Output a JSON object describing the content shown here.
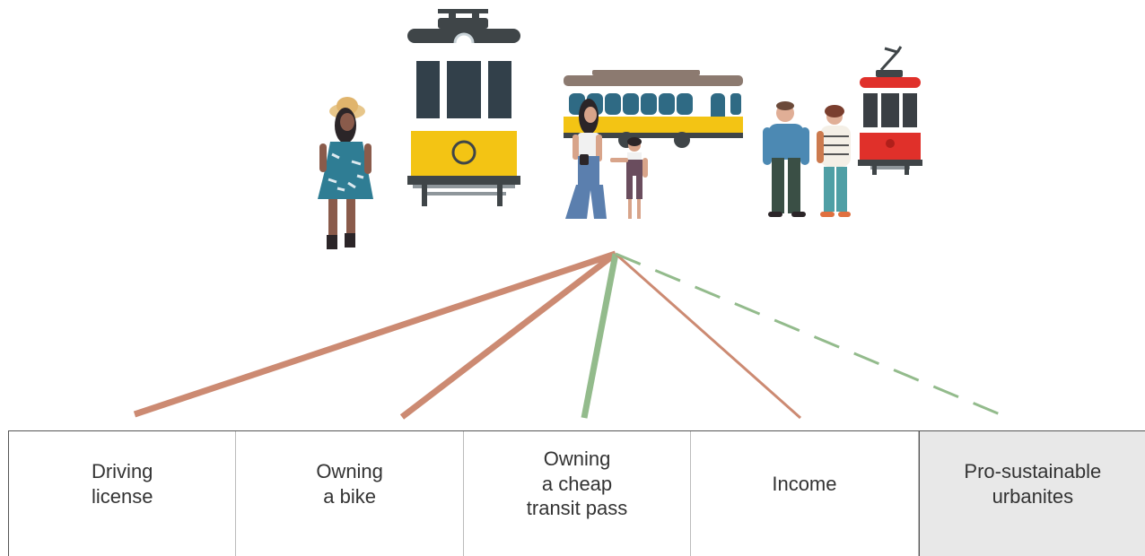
{
  "colors": {
    "negative": "#cc8a72",
    "positive": "#93bb8c",
    "highlight_bg": "#e8e8e8",
    "text": "#333333"
  },
  "illustration": {
    "figures": [
      "woman-in-sundress",
      "yellow-tram-front",
      "yellow-tram-side",
      "mother-and-child",
      "couple",
      "red-tram"
    ]
  },
  "links": [
    {
      "target": "Driving license",
      "sign": "negative",
      "weight": "strong",
      "style": "solid"
    },
    {
      "target": "Owning a bike",
      "sign": "negative",
      "weight": "strong",
      "style": "solid"
    },
    {
      "target": "Owning a cheap transit pass",
      "sign": "positive",
      "weight": "strong",
      "style": "solid"
    },
    {
      "target": "Income",
      "sign": "negative",
      "weight": "weak",
      "style": "solid"
    },
    {
      "target": "Pro-sustainable urbanites",
      "sign": "positive",
      "weight": "weak",
      "style": "dashed"
    }
  ],
  "factors": [
    {
      "label": "Driving\nlicense"
    },
    {
      "label": "Owning\na bike"
    },
    {
      "label": "Owning\na cheap\ntransit pass"
    },
    {
      "label": "Income"
    },
    {
      "label": "Pro-sustainable\nurbanites",
      "highlighted": true
    }
  ]
}
